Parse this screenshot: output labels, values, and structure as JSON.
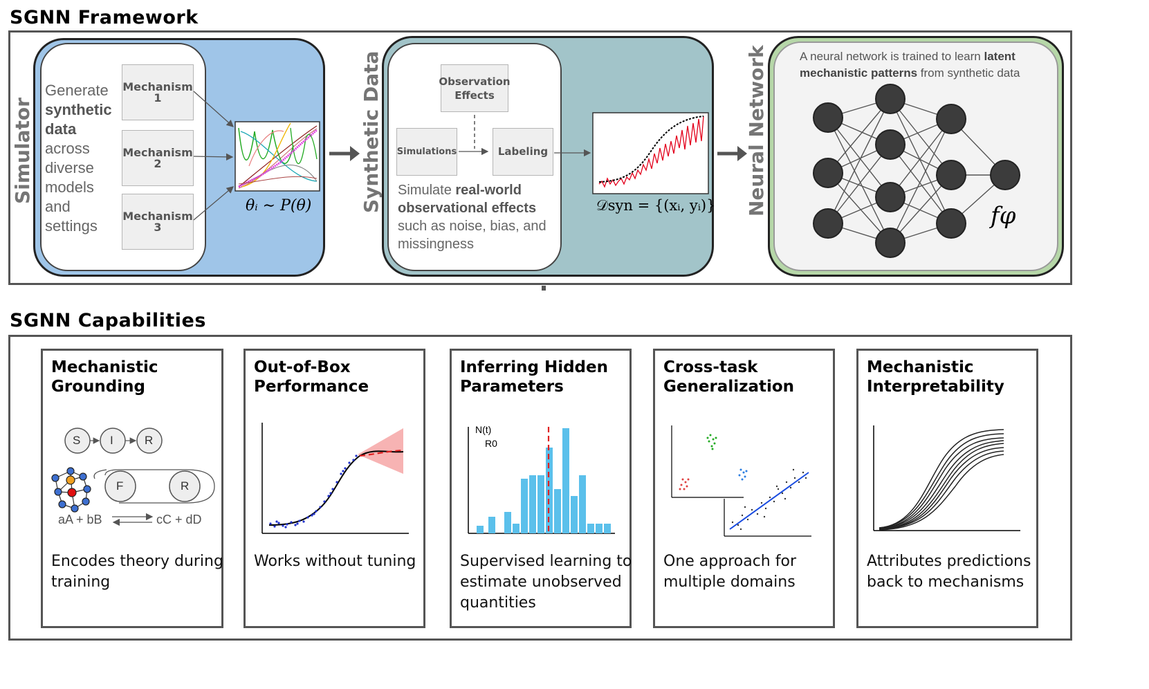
{
  "framework": {
    "title": "SGNN Framework",
    "simulator": {
      "label": "Simulator",
      "description": {
        "pre": "Generate",
        "bold": "synthetic data",
        "post": "across diverse models and settings"
      },
      "mechanisms": [
        {
          "name": "Mechanism",
          "num": "1"
        },
        {
          "name": "Mechanism",
          "num": "2"
        },
        {
          "name": "Mechanism",
          "num": "3"
        }
      ],
      "param_formula": "θᵢ ∼ P(θ)"
    },
    "synthetic_data": {
      "label": "Synthetic Data",
      "observation_effects": "Observation Effects",
      "simulations": "Simulations",
      "labeling": "Labeling",
      "description": {
        "pre": "Simulate ",
        "bold": "real-world observational effects",
        "post": " such as noise, bias, and missingness"
      },
      "dataset_formula": "𝒟syn = {(xᵢ, yᵢ)}"
    },
    "neural_network": {
      "label": "Neural Network",
      "description": {
        "pre": "A neural network is trained to learn ",
        "bold": "latent mechanistic patterns",
        "post": " from synthetic data"
      },
      "function_label": "fφ"
    },
    "colors": {
      "simulator": "#9fc5e8",
      "synthetic": "#a2c4c9",
      "network": "#b6d7a8",
      "gray_text": "#666666"
    }
  },
  "capabilities": {
    "title": "SGNN Capabilities",
    "cards": [
      {
        "title": "Mechanistic\nGrounding",
        "description": "Encodes theory during training",
        "nodes": [
          "S",
          "I",
          "R",
          "F",
          "R"
        ],
        "reaction_left": "aA + bB",
        "reaction_right": "cC + dD"
      },
      {
        "title": "Out-of-Box\nPerformance",
        "description": "Works without tuning"
      },
      {
        "title": "Inferring Hidden\nParameters",
        "description": "Supervised learning to estimate unobserved quantities",
        "chart_labels": [
          "N(t)",
          "R0"
        ]
      },
      {
        "title": "Cross-task\nGeneralization",
        "description": "One approach for multiple domains"
      },
      {
        "title": "Mechanistic\nInterpretability",
        "description": "Attributes predictions back to mechanisms"
      }
    ]
  }
}
